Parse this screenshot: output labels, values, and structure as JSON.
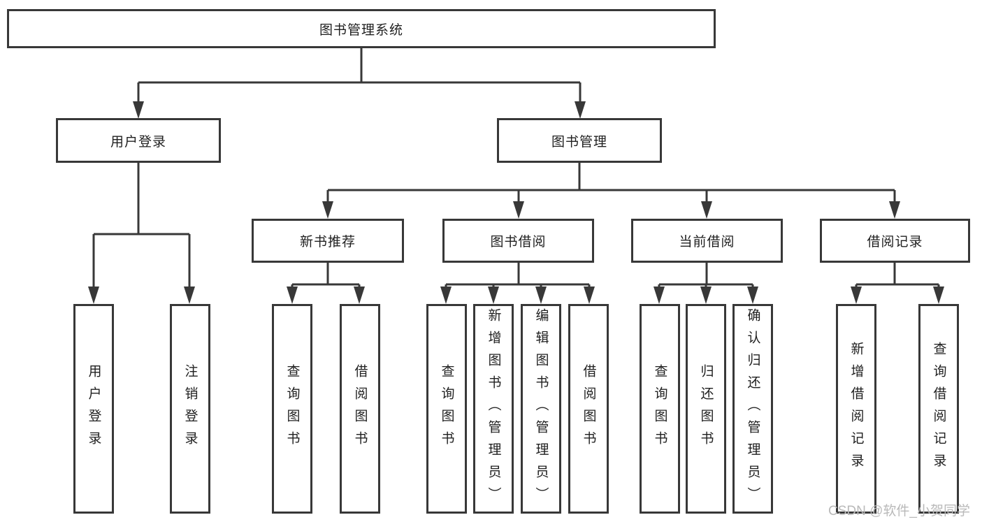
{
  "diagram_title": "图书管理系统",
  "colors": {
    "line": "#383838",
    "text": "#1f1f1f",
    "watermark": "#b9b9b9",
    "background": "#ffffff"
  },
  "nodes": {
    "root": {
      "label": "图书管理系统"
    },
    "user_login": {
      "label": "用户登录"
    },
    "book_mgmt": {
      "label": "图书管理"
    },
    "new_book_rec": {
      "label": "新书推荐"
    },
    "book_borrow": {
      "label": "图书借阅"
    },
    "current_borrow": {
      "label": "当前借阅"
    },
    "borrow_records": {
      "label": "借阅记录"
    },
    "leaf_user_login": {
      "label": "用户登录"
    },
    "leaf_logout": {
      "label": "注销登录"
    },
    "leaf_nb_query": {
      "label": "查询图书"
    },
    "leaf_nb_borrow": {
      "label": "借阅图书"
    },
    "leaf_bb_query": {
      "label": "查询图书"
    },
    "leaf_bb_add": {
      "label": "新增图书（管理员）"
    },
    "leaf_bb_edit": {
      "label": "编辑图书（管理员）"
    },
    "leaf_bb_borrow": {
      "label": "借阅图书"
    },
    "leaf_cb_query": {
      "label": "查询图书"
    },
    "leaf_cb_return": {
      "label": "归还图书"
    },
    "leaf_cb_confirm": {
      "label": "确认归还（管理员）"
    },
    "leaf_br_add": {
      "label": "新增借阅记录"
    },
    "leaf_br_query": {
      "label": "查询借阅记录"
    }
  },
  "watermark": {
    "text": "CSDN @软件_小贺同学"
  }
}
